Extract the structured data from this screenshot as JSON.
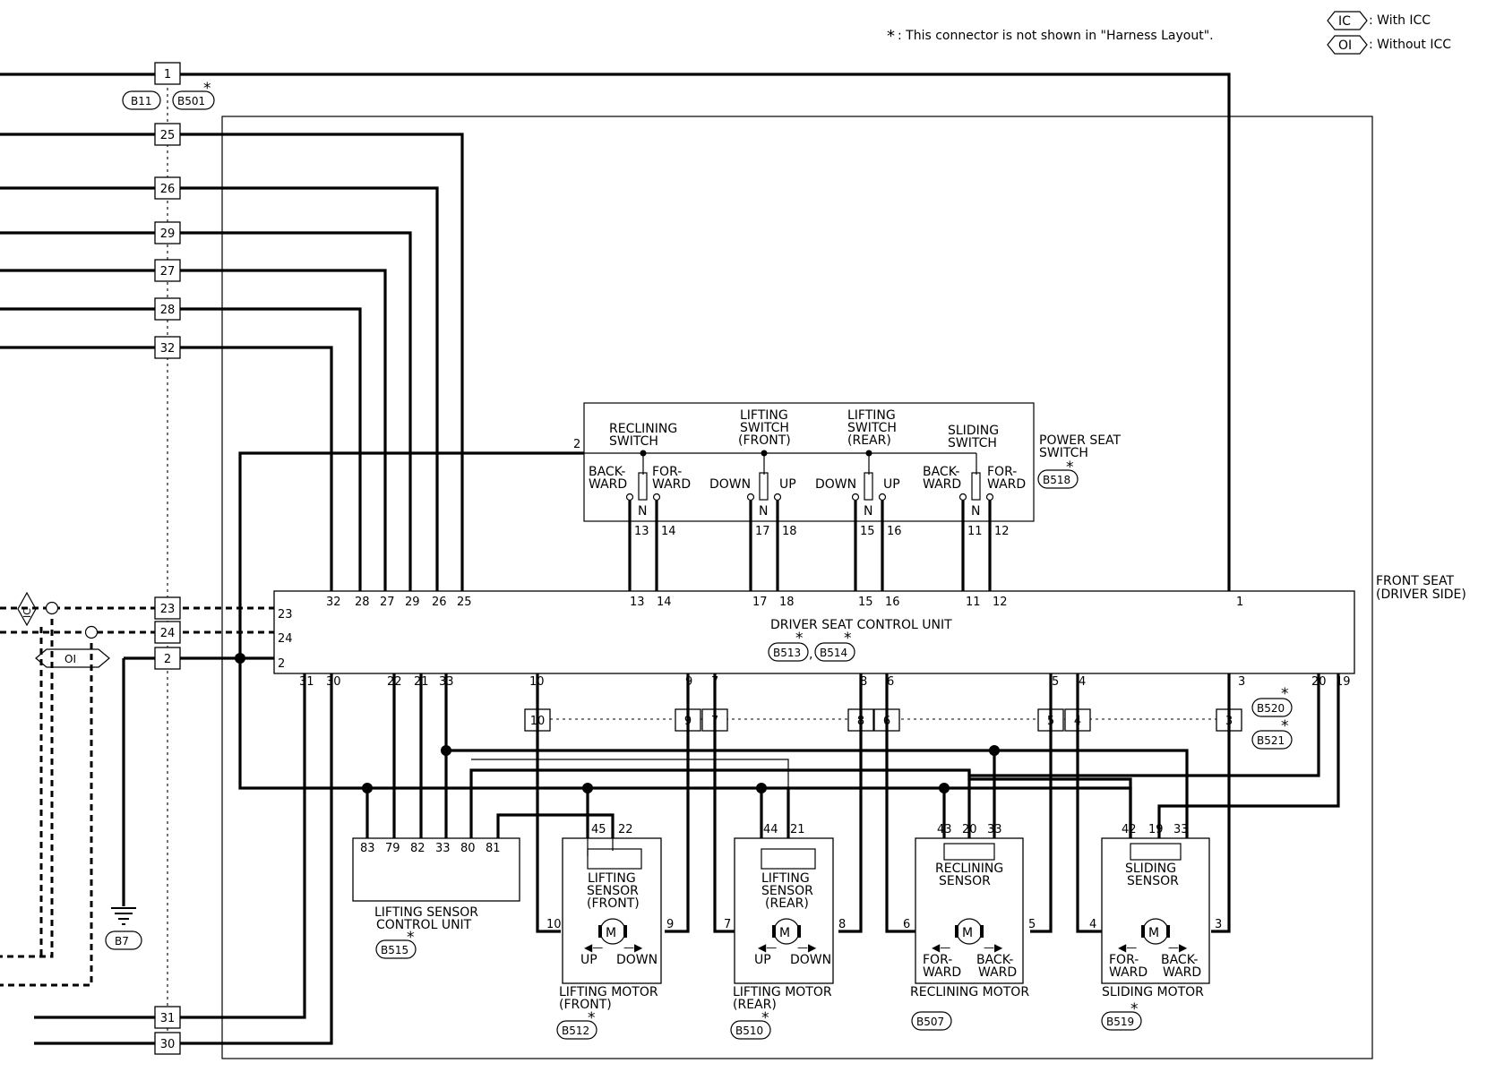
{
  "legend": {
    "ic_tag": "IC",
    "ic_text": ": With ICC",
    "oi_tag": "OI",
    "oi_text": ": Without ICC"
  },
  "note": {
    "star": "*",
    "text": ": This connector is not shown in \"Harness Layout\"."
  },
  "harness_connectors": {
    "b11": "B11",
    "b501": "B501",
    "star": "*"
  },
  "left_pins": [
    "1",
    "25",
    "26",
    "29",
    "27",
    "28",
    "32",
    "23",
    "24",
    "2",
    "31",
    "30"
  ],
  "left_shield_tags": {
    "ic": "IC",
    "oi": "OI"
  },
  "ground": {
    "connector": "B7"
  },
  "front_seat": {
    "line1": "FRONT SEAT",
    "line2": "(DRIVER SIDE)"
  },
  "power_seat_switch": {
    "title_line1": "POWER SEAT",
    "title_line2": "SWITCH",
    "connector": "B518",
    "star": "*",
    "common_pin": "2",
    "reclining": {
      "title1": "RECLINING",
      "title2": "SWITCH",
      "left1": "BACK-",
      "left2": "WARD",
      "right1": "FOR-",
      "right2": "WARD",
      "n": "N",
      "pin_a": "13",
      "pin_b": "14"
    },
    "lifting_front": {
      "title1": "LIFTING",
      "title2": "SWITCH",
      "title3": "(FRONT)",
      "left": "DOWN",
      "right": "UP",
      "n": "N",
      "pin_a": "17",
      "pin_b": "18"
    },
    "lifting_rear": {
      "title1": "LIFTING",
      "title2": "SWITCH",
      "title3": "(REAR)",
      "left": "DOWN",
      "right": "UP",
      "n": "N",
      "pin_a": "15",
      "pin_b": "16"
    },
    "sliding": {
      "title1": "SLIDING",
      "title2": "SWITCH",
      "left1": "BACK-",
      "left2": "WARD",
      "right1": "FOR-",
      "right2": "WARD",
      "n": "N",
      "pin_a": "11",
      "pin_b": "12"
    }
  },
  "control_unit": {
    "title": "DRIVER SEAT CONTROL UNIT",
    "connector_a": "B513",
    "connector_b": "B514",
    "separator": ",",
    "star": "*",
    "top_pins": [
      "32",
      "28",
      "27",
      "29",
      "26",
      "25",
      "13",
      "14",
      "17",
      "18",
      "15",
      "16",
      "11",
      "12",
      "1"
    ],
    "left_pins": [
      "23",
      "24",
      "2"
    ],
    "bottom_pins": [
      "31",
      "30",
      "22",
      "21",
      "33",
      "10",
      "9",
      "7",
      "8",
      "6",
      "5",
      "4",
      "3",
      "20",
      "19"
    ]
  },
  "inline_connector": {
    "pins": [
      "10",
      "9",
      "7",
      "8",
      "6",
      "5",
      "4",
      "3"
    ],
    "connector_a": "B520",
    "connector_b": "B521",
    "star": "*"
  },
  "lifting_sensor_cu": {
    "title1": "LIFTING SENSOR",
    "title2": "CONTROL UNIT",
    "connector": "B515",
    "star": "*",
    "pins": [
      "83",
      "79",
      "82",
      "33",
      "80",
      "81"
    ]
  },
  "motors": [
    {
      "key": "lf",
      "sensor1": "LIFTING",
      "sensor2": "SENSOR",
      "sensor3": "(FRONT)",
      "sp": [
        "45",
        "22"
      ],
      "mp_left": "10",
      "mp_right": "9",
      "m": "M",
      "dir_left": "UP",
      "dir_right": "DOWN",
      "name1": "LIFTING MOTOR",
      "name2": "(FRONT)",
      "connector": "B512",
      "star": "*"
    },
    {
      "key": "lr",
      "sensor1": "LIFTING",
      "sensor2": "SENSOR",
      "sensor3": "(REAR)",
      "sp": [
        "44",
        "21"
      ],
      "mp_left": "7",
      "mp_right": "8",
      "m": "M",
      "dir_left": "UP",
      "dir_right": "DOWN",
      "name1": "LIFTING MOTOR",
      "name2": "(REAR)",
      "connector": "B510",
      "star": "*"
    },
    {
      "key": "rc",
      "sensor1": "RECLINING",
      "sensor2": "SENSOR",
      "sensor3": "",
      "sp": [
        "43",
        "20",
        "33"
      ],
      "mp_left": "6",
      "mp_right": "5",
      "m": "M",
      "dir_left1": "FOR-",
      "dir_left2": "WARD",
      "dir_right1": "BACK-",
      "dir_right2": "WARD",
      "name1": "RECLINING MOTOR",
      "name2": "",
      "connector": "B507",
      "star": ""
    },
    {
      "key": "sl",
      "sensor1": "SLIDING",
      "sensor2": "SENSOR",
      "sensor3": "",
      "sp": [
        "42",
        "19",
        "33"
      ],
      "mp_left": "4",
      "mp_right": "3",
      "m": "M",
      "dir_left1": "FOR-",
      "dir_left2": "WARD",
      "dir_right1": "BACK-",
      "dir_right2": "WARD",
      "name1": "SLIDING MOTOR",
      "name2": "",
      "connector": "B519",
      "star": "*"
    }
  ]
}
